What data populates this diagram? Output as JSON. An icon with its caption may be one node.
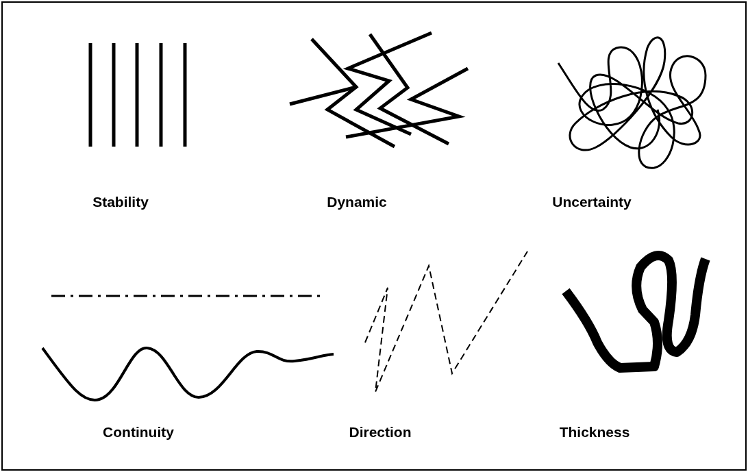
{
  "diagram": {
    "labels": [
      "Stability",
      "Dynamic",
      "Uncertainty",
      "Continuity",
      "Direction",
      "Thickness"
    ]
  }
}
